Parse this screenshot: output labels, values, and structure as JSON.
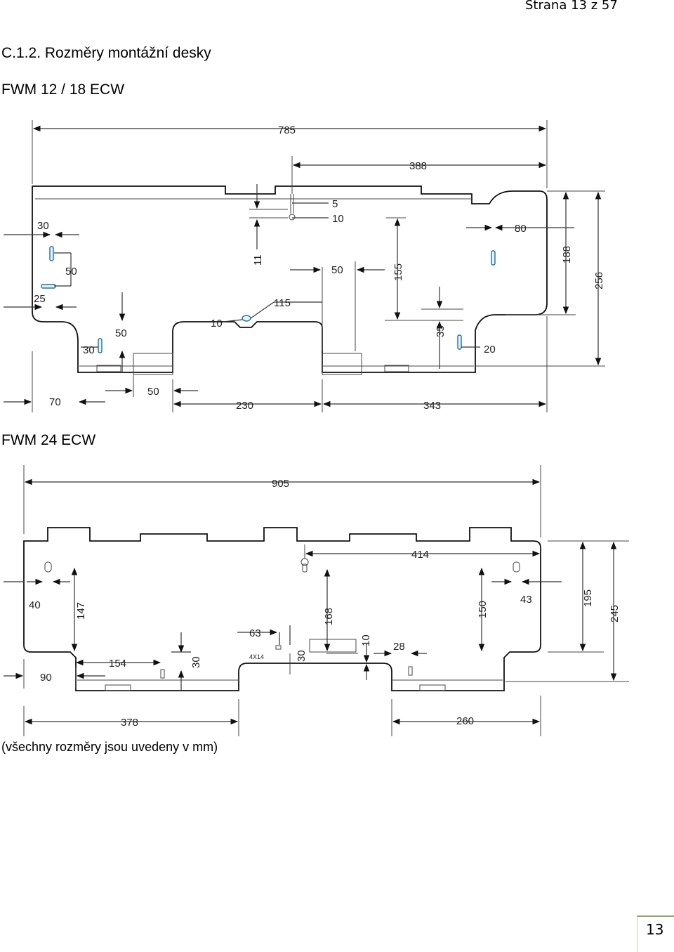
{
  "header": {
    "page_label": "Strana 13 z 57"
  },
  "section_title": "C.1.2. Rozměry montážní desky",
  "models": [
    {
      "name": "FWM 12 / 18 ECW",
      "dimensions": {
        "d785": "785",
        "d388": "388",
        "d5": "5",
        "d10a": "10",
        "d30a": "30",
        "d80": "80",
        "d50a": "50",
        "d11": "11",
        "d50b": "50",
        "d155": "155",
        "d188": "188",
        "d256": "256",
        "d25": "25",
        "d115": "115",
        "d10b": "10",
        "d50c": "50",
        "d35": "35",
        "d30b": "30",
        "d20": "20",
        "d50d": "50",
        "d70": "70",
        "d230": "230",
        "d343": "343"
      }
    },
    {
      "name": "FWM 24 ECW",
      "dimensions": {
        "d905": "905",
        "d414": "414",
        "d40": "40",
        "d147": "147",
        "d168": "168",
        "d150": "150",
        "d43": "43",
        "d195": "195",
        "d245": "245",
        "d63": "63",
        "d4x14": "4X14",
        "d10": "10",
        "d28": "28",
        "d154": "154",
        "d30a": "30",
        "d30b": "30",
        "d90": "90",
        "d378": "378",
        "d260": "260"
      }
    }
  ],
  "note": "(všechny rozměry jsou uvedeny v mm)",
  "page_number": "13"
}
